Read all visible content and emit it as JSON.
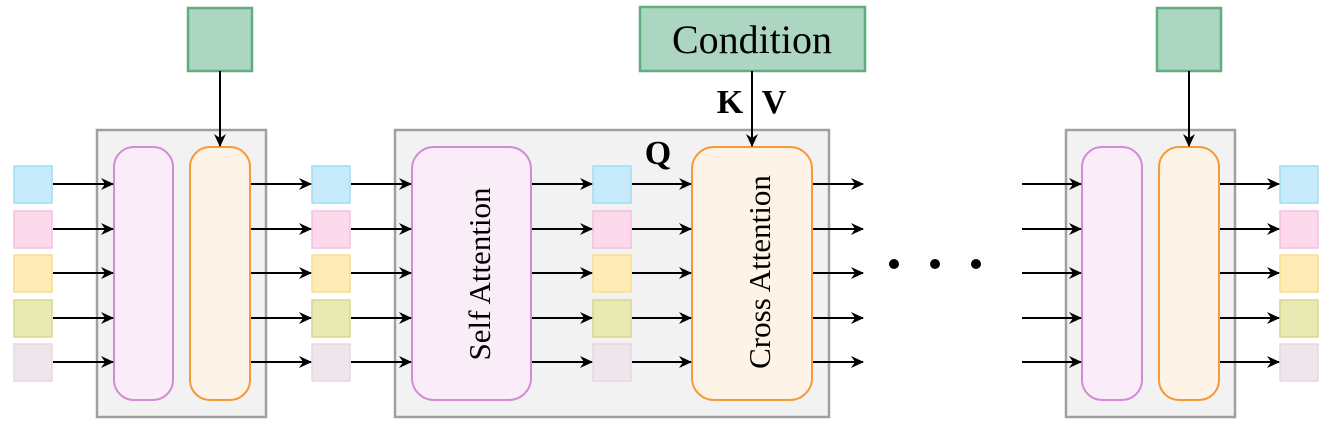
{
  "diagram": {
    "title": "Transformer blocks with self-attention and cross-attention conditioning",
    "condition_label": "Condition",
    "key_label": "K",
    "value_label": "V",
    "query_label": "Q",
    "self_attention_label": "Self Attention",
    "cross_attention_label": "Cross Attention",
    "ellipsis": "• • •",
    "token_count": 5,
    "token_colors": [
      {
        "fill": "#c7ebfb",
        "stroke": "#9fdcf5",
        "name": "token-blue"
      },
      {
        "fill": "#fdd9ec",
        "stroke": "#f8bedd",
        "name": "token-pink"
      },
      {
        "fill": "#feebb5",
        "stroke": "#fbdc8c",
        "name": "token-yellow"
      },
      {
        "fill": "#e9e9b3",
        "stroke": "#d8d88c",
        "name": "token-olive"
      },
      {
        "fill": "#efe5ec",
        "stroke": "#e6d8e1",
        "name": "token-lavender"
      }
    ],
    "colors": {
      "block_fill": "#f2f2f2",
      "block_stroke": "#a0a0a0",
      "self_attn_fill": "#f9eef8",
      "self_attn_stroke": "#d58ad8",
      "cross_attn_fill": "#fef3e7",
      "cross_attn_stroke": "#f59a3a",
      "condition_fill": "#acd6c1",
      "condition_stroke": "#5fae80",
      "arrow": "#000000"
    },
    "blocks": [
      {
        "name": "block-first",
        "labeled": false
      },
      {
        "name": "block-middle",
        "labeled": true
      },
      {
        "name": "block-last",
        "labeled": false
      }
    ]
  }
}
